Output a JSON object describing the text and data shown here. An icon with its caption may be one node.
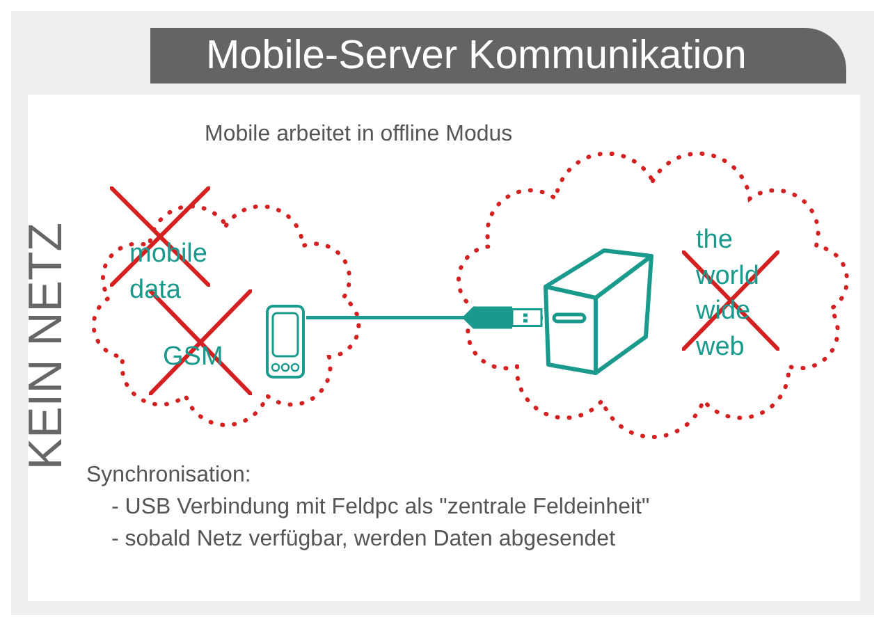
{
  "diagram": {
    "title": "Mobile-Server Kommunikation",
    "nodes": [
      {
        "text": [
          "mobile data",
          "GSM"
        ]
      },
      {
        "text": [],
        "shape": "phone",
        "in": 0
      },
      {
        "text": [
          "the world wide web"
        ]
      },
      {
        "text": [],
        "shape": "computer",
        "in": 2
      }
    ],
    "edges": [
      {
        "from": 1,
        "to": 3,
        "arrow": "other"
      }
    ],
    "labels": [
      "Mobile arbeitet in offline Modus",
      "KEIN NETZ",
      "Synchronisation:",
      "- USB Verbindung mit Feldpc als \"zentrale Feldeinheit\"",
      "- sobald Netz verfügbar, werden Daten abgesendet"
    ]
  }
}
